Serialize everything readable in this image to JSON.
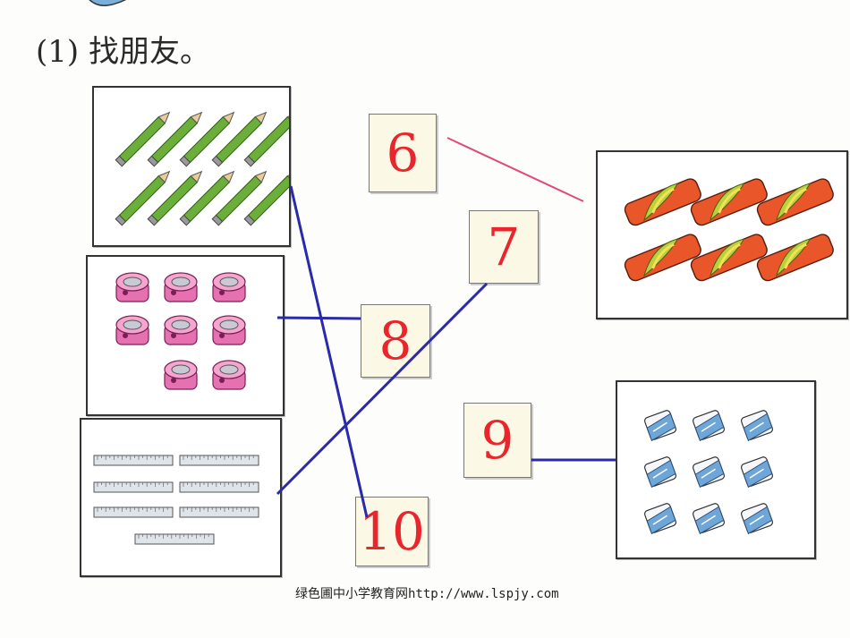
{
  "title": "(1) 找朋友。",
  "numbers": [
    "6",
    "7",
    "8",
    "9",
    "10"
  ],
  "footer": "绿色圃中小学教育网http://www.lspjy.com",
  "colors": {
    "number": "#e8262c",
    "line_blue": "#2a2aaa",
    "line_pink": "#e04a7a"
  },
  "pictures": {
    "pencils": {
      "count": 10,
      "icon": "pencil-icon"
    },
    "sharpeners": {
      "count": 8,
      "icon": "sharpener-icon"
    },
    "rulers": {
      "count": 7,
      "icon": "ruler-icon"
    },
    "pencil_cases": {
      "count": 6,
      "icon": "pencil-case-icon"
    },
    "erasers": {
      "count": 9,
      "icon": "eraser-icon"
    }
  }
}
